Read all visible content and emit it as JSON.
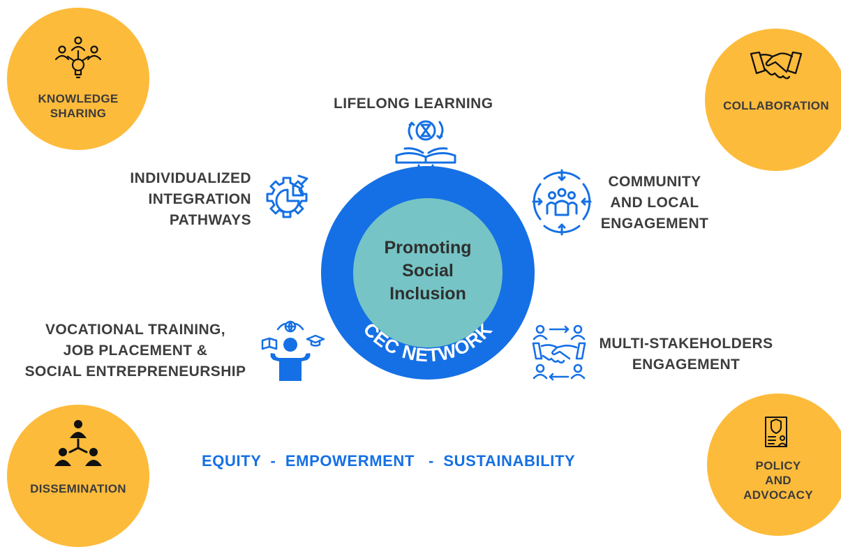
{
  "corners": {
    "knowledge_sharing": [
      "KNOWLEDGE",
      "SHARING"
    ],
    "collaboration": "COLLABORATION",
    "dissemination": "DISSEMINATION",
    "policy": [
      "POLICY",
      "AND",
      "ADVOCACY"
    ]
  },
  "hub": {
    "center_lines": [
      "Promoting",
      "Social",
      "Inclusion"
    ],
    "ring_text": "CEC NETWORK"
  },
  "spokes": {
    "lifelong_learning": "LIFELONG LEARNING",
    "individualized": [
      "INDIVIDUALIZED",
      "INTEGRATION",
      "PATHWAYS"
    ],
    "community": [
      "COMMUNITY",
      "AND LOCAL",
      "ENGAGEMENT"
    ],
    "vocational": [
      "VOCATIONAL TRAINING,",
      "JOB PLACEMENT &",
      "SOCIAL ENTREPRENEURSHIP"
    ],
    "multi": [
      "MULTI-STAKEHOLDERS",
      "ENGAGEMENT"
    ]
  },
  "values_line": "EQUITY  -  EMPOWERMENT   -  SUSTAINABILITY",
  "colors": {
    "orange": "#FDBB3B",
    "blue": "#1570E5",
    "teal": "#76C4C5",
    "text": "#3d3d3d"
  }
}
